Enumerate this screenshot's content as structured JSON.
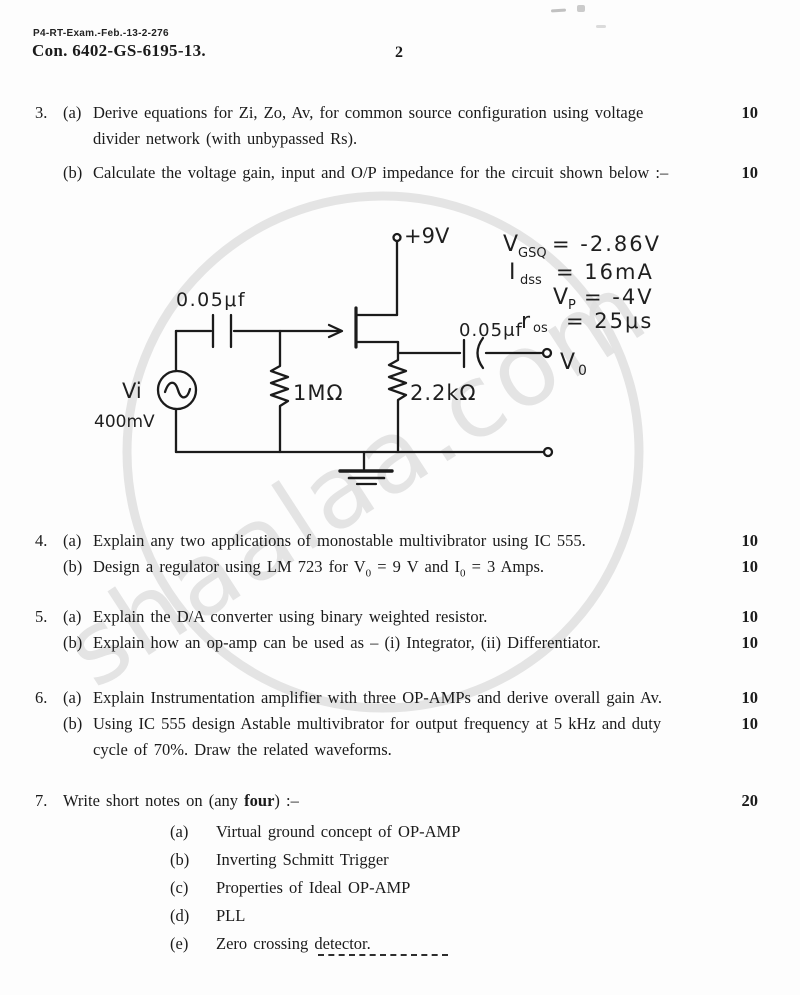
{
  "header": {
    "exam_code": "P4-RT-Exam.-Feb.-13-2-276",
    "con_number": "Con. 6402-GS-6195-13.",
    "page_number": "2"
  },
  "questions": {
    "q3": {
      "number": "3.",
      "a_label": "(a)",
      "a_line1": "Derive equations for Zi, Zo, Av, for common source configuration using voltage",
      "a_line2": "divider network (with unbypassed Rs).",
      "a_marks": "10",
      "b_label": "(b)",
      "b_text": "Calculate the voltage gain, input and O/P impedance for the circuit shown below :–",
      "b_marks": "10"
    },
    "q4": {
      "number": "4.",
      "a_label": "(a)",
      "a_text": "Explain any two applications of monostable multivibrator using IC 555.",
      "a_marks": "10",
      "b_label": "(b)",
      "b_seg1": "Design a regulator using LM 723 for V",
      "b_sub1": "0",
      "b_seg2": " = 9 V and I",
      "b_sub2": "0",
      "b_seg3": " = 3 Amps.",
      "b_marks": "10"
    },
    "q5": {
      "number": "5.",
      "a_label": "(a)",
      "a_text": "Explain the D/A converter using binary weighted resistor.",
      "a_marks": "10",
      "b_label": "(b)",
      "b_text": "Explain how an op-amp can be used as – (i) Integrator, (ii) Differentiator.",
      "b_marks": "10"
    },
    "q6": {
      "number": "6.",
      "a_label": "(a)",
      "a_text": "Explain Instrumentation amplifier with three OP-AMPs and derive overall gain Av.",
      "a_marks": "10",
      "b_label": "(b)",
      "b_line1": "Using IC 555 design Astable multivibrator for output frequency at 5 kHz and duty",
      "b_line2": "cycle of 70%. Draw the related waveforms.",
      "b_marks": "10"
    },
    "q7": {
      "number": "7.",
      "head1": "Write short notes on (any ",
      "head_bold": "four",
      "head2": ") :–",
      "marks": "20",
      "items": [
        {
          "label": "(a)",
          "text": "Virtual ground concept of OP-AMP"
        },
        {
          "label": "(b)",
          "text": "Inverting Schmitt Trigger"
        },
        {
          "label": "(c)",
          "text": "Properties of Ideal OP-AMP"
        },
        {
          "label": "(d)",
          "text": "PLL"
        },
        {
          "label": "(e)",
          "text": "Zero crossing detector."
        }
      ]
    }
  },
  "circuit": {
    "supply": "+9V",
    "input_cap": "0.05μf",
    "output_cap": "0.05μf",
    "gate_resistor": "1MΩ",
    "source_resistor": "2.2kΩ",
    "source_label": "Vi",
    "source_value": "400mV",
    "output_label": "V",
    "output_sub": "0",
    "params": [
      {
        "sym": "V",
        "sub": "GSQ",
        "val": "= -2.86V"
      },
      {
        "sym": "I",
        "sub": "dss",
        "val": "= 16mA"
      },
      {
        "sym": "V",
        "sub": "P",
        "val": "= -4V"
      },
      {
        "sym": "r",
        "sub": "os",
        "val": "= 25μs"
      }
    ]
  },
  "watermark": {
    "text": "shaalaa.com"
  }
}
